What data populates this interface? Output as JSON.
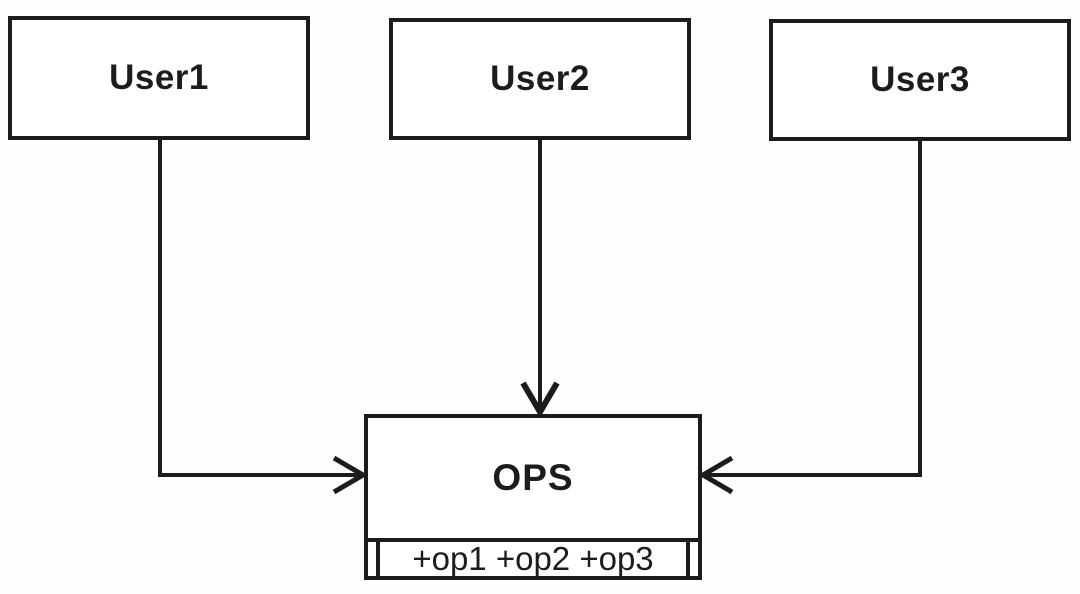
{
  "diagram": {
    "type": "uml-class-diagram",
    "background_color": "#ffffff",
    "line_color": "#1c1c1c",
    "nodes": [
      {
        "id": "user1",
        "label": "User1"
      },
      {
        "id": "user2",
        "label": "User2"
      },
      {
        "id": "user3",
        "label": "User3"
      },
      {
        "id": "ops",
        "label": "OPS",
        "operations": "+op1 +op2 +op3"
      }
    ],
    "edges": [
      {
        "from": "user1",
        "to": "ops",
        "style": "elbow-down-right",
        "arrowhead": "open"
      },
      {
        "from": "user2",
        "to": "ops",
        "style": "straight-down",
        "arrowhead": "open"
      },
      {
        "from": "user3",
        "to": "ops",
        "style": "elbow-down-left",
        "arrowhead": "open"
      }
    ]
  }
}
